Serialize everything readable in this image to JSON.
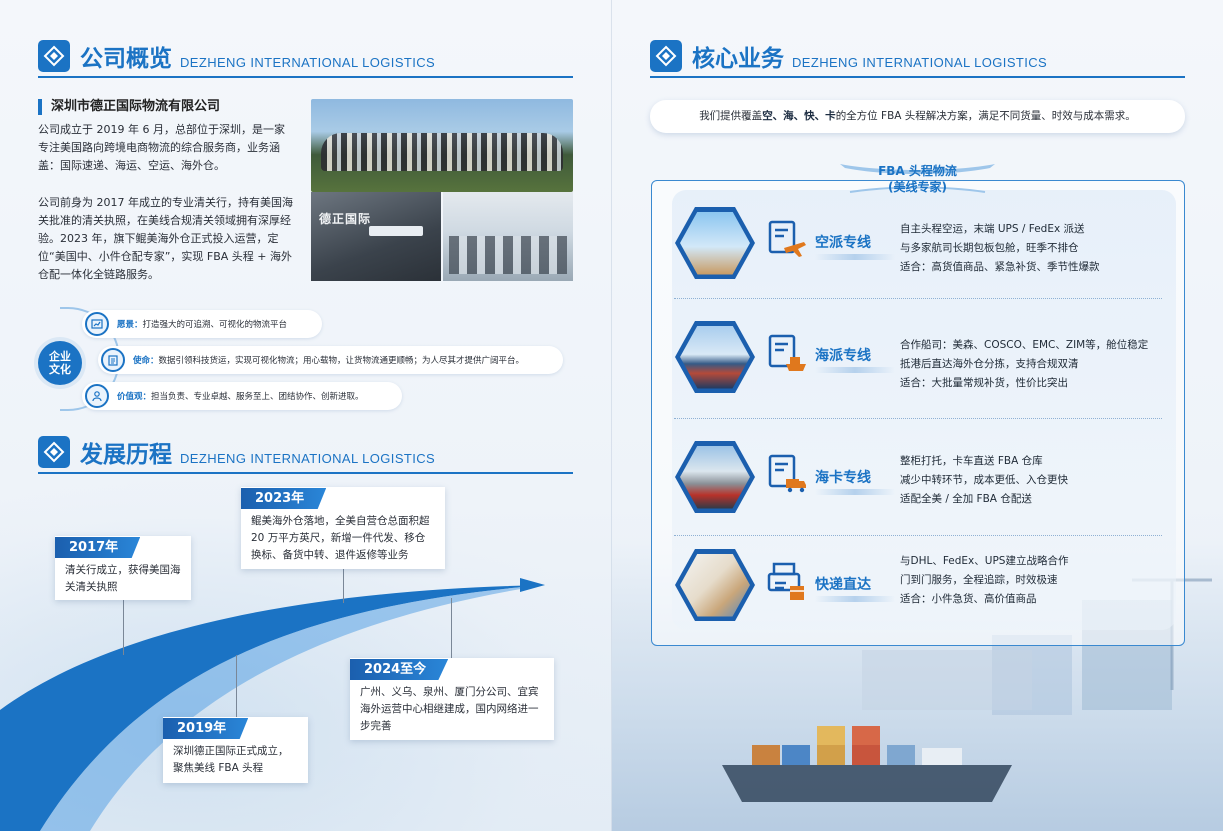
{
  "overview": {
    "title": "公司概览",
    "subtitle": "DEZHENG INTERNATIONAL LOGISTICS",
    "company_name": "深圳市德正国际物流有限公司",
    "paragraphs": [
      "公司成立于 2019 年 6 月，总部位于深圳，是一家专注美国路向跨境电商物流的综合服务商，业务涵盖：国际速递、海运、空运、海外仓。",
      "公司前身为 2017 年成立的专业清关行，持有美国海关批准的清关执照，在美线合规清关领域拥有深厚经验。2023 年，旗下鲲美海外仓正式投入运营，定位“美国中、小件仓配专家”，实现 FBA 头程 + 海外仓配一体化全链路服务。"
    ],
    "photo_sign": "德正国际",
    "culture": {
      "badge": "企业文化",
      "items": [
        {
          "key": "愿景：",
          "text": "打造强大的可追溯、可视化的物流平台",
          "icon": "chart-icon"
        },
        {
          "key": "使命：",
          "text": "数据引领科技货运，实现可视化物流；用心载物，让货物流通更顺畅；为人尽其才提供广阔平台。",
          "icon": "clipboard-icon"
        },
        {
          "key": "价值观：",
          "text": "担当负责、专业卓越、服务至上、团结协作、创新进取。",
          "icon": "people-icon"
        }
      ]
    }
  },
  "history": {
    "title": "发展历程",
    "subtitle": "DEZHENG INTERNATIONAL LOGISTICS",
    "milestones": [
      {
        "year": "2017年",
        "desc": "清关行成立，获得美国海关清关执照"
      },
      {
        "year": "2019年",
        "desc": "深圳德正国际正式成立，聚焦美线 FBA 头程"
      },
      {
        "year": "2023年",
        "desc": "鲲美海外仓落地，全美自营仓总面积超 20 万平方英尺，新增一件代发、移仓换标、备货中转、退件返修等业务"
      },
      {
        "year": "2024至今",
        "desc": "广州、义乌、泉州、厦门分公司、宜宾海外运营中心相继建成，国内网络进一步完善"
      }
    ]
  },
  "core": {
    "title": "核心业务",
    "subtitle": "DEZHENG INTERNATIONAL LOGISTICS",
    "intro_prefix": "我们提供覆盖",
    "intro_bold": "空、海、快、卡",
    "intro_suffix": "的全方位 FBA 头程解决方案，满足不同货量、时效与成本需求。",
    "panel_title_1": "FBA 头程物流",
    "panel_title_2": "(美线专家)",
    "services": [
      {
        "name": "空派专线",
        "icon": "airplane-icon",
        "lines": [
          "自主头程空运，末端 UPS / FedEx 派送",
          "与多家航司长期包板包舱，旺季不排仓",
          "适合：高货值商品、紧急补货、季节性爆款"
        ]
      },
      {
        "name": "海派专线",
        "icon": "ship-icon",
        "lines": [
          "合作船司：美森、COSCO、EMC、ZIM等，舱位稳定",
          "抵港后直达海外仓分拣，支持合规双清",
          "适合：大批量常规补货，性价比突出"
        ]
      },
      {
        "name": "海卡专线",
        "icon": "truck-icon",
        "lines": [
          "整柜打托，卡车直送 FBA 仓库",
          "减少中转环节，成本更低、入仓更快",
          "适配全美 / 全加 FBA 仓配送"
        ]
      },
      {
        "name": "快递直达",
        "icon": "printer-box-icon",
        "lines": [
          "与DHL、FedEx、UPS建立战略合作",
          "门到门服务，全程追踪，时效极速",
          "适合：小件急货、高价值商品"
        ]
      }
    ]
  },
  "colors": {
    "brand": "#1b73c4",
    "dark": "#1b5fae"
  }
}
